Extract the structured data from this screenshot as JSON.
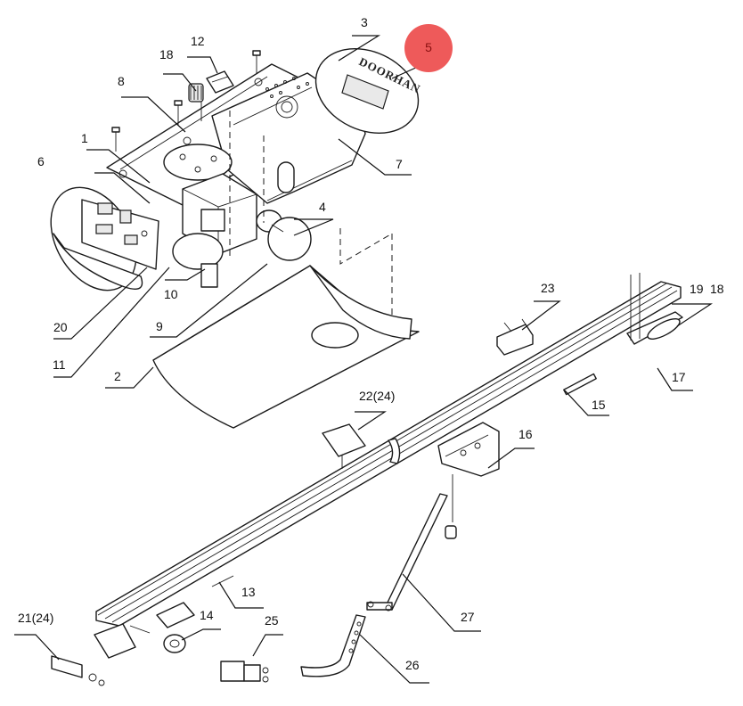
{
  "diagram": {
    "callouts": {
      "c1": "1",
      "c2": "2",
      "c3": "3",
      "c4": "4",
      "c5": "5",
      "c6": "6",
      "c7": "7",
      "c8": "8",
      "c9": "9",
      "c10": "10",
      "c11": "11",
      "c12": "12",
      "c13": "13",
      "c14": "14",
      "c15": "15",
      "c16": "16",
      "c17": "17",
      "c18a": "18",
      "c18b": "18",
      "c19": "19",
      "c20": "20",
      "c21": "21(24)",
      "c22": "22(24)",
      "c23": "23",
      "c25": "25",
      "c26": "26",
      "c27": "27"
    },
    "logo_text": "DOORHAN",
    "highlight_color": "#ee5a5a"
  }
}
